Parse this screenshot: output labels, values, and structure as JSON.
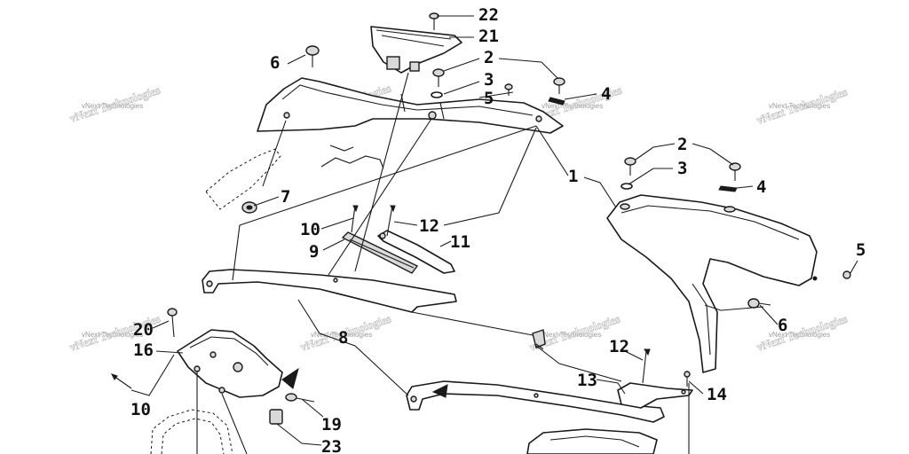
{
  "callouts": {
    "c22": "22",
    "c21": "21",
    "c6a": "6",
    "c2a": "2",
    "c3a": "3",
    "c5a": "5",
    "c4a": "4",
    "c1": "1",
    "c2b": "2",
    "c3b": "3",
    "c4b": "4",
    "c5b": "5",
    "c7": "7",
    "c10a": "10",
    "c12a": "12",
    "c9": "9",
    "c11": "11",
    "c6b": "6",
    "c20": "20",
    "c8": "8",
    "c16": "16",
    "c12b": "12",
    "c13": "13",
    "c14": "14",
    "c10b": "10",
    "c19": "19",
    "c23": "23"
  },
  "watermark": {
    "text": "vNext Technologies"
  }
}
